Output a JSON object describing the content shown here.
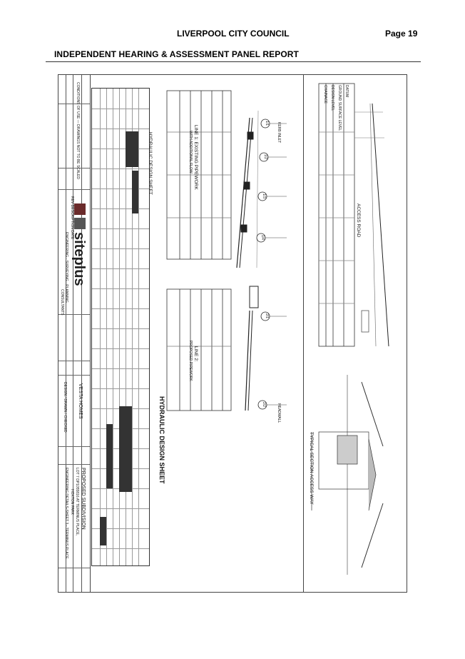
{
  "header": {
    "council": "LIVERPOOL CITY COUNCIL",
    "page": "Page 19",
    "report_title": "INDEPENDENT HEARING & ASSESSMENT PANEL REPORT"
  },
  "drawing": {
    "brand": "siteplus",
    "client": "VESTA HOMES",
    "project_lines": [
      "PROPOSED SUBDIVISION",
      "LOT 7 DP1055816 AT TERMINUS PLACE,",
      "HOXTON PARK",
      "ENGINEERING DETAILS-SHEET 3 - TERMINUS PLACE"
    ],
    "sheet_title": "HYDRAULIC DESIGN SHEET",
    "table_title": "HYDRAULIC DESIGN SHEET",
    "line1_title": "LINE 1: EXISTING PIPEWORK",
    "line1_sub": "WITH ADDITIONAL FLOW",
    "line2_title": "LINE 2:",
    "line2_sub": "PROPOSED PIPEWORK",
    "access_road": "ACCESS ROAD",
    "typical_section": "TYPICAL SECTION ACCESS WAY",
    "profile_labels": [
      "DATUM",
      "GROUND SURFACE LEVEL",
      "DESIGN LEVEL",
      "CHAINAGE"
    ],
    "pit_labels": [
      "1/1",
      "1/2",
      "1/3",
      "1/4",
      "2/1",
      "2/2"
    ],
    "kerb_label": "KERB INLET",
    "pit_note": "HEADWALL"
  }
}
